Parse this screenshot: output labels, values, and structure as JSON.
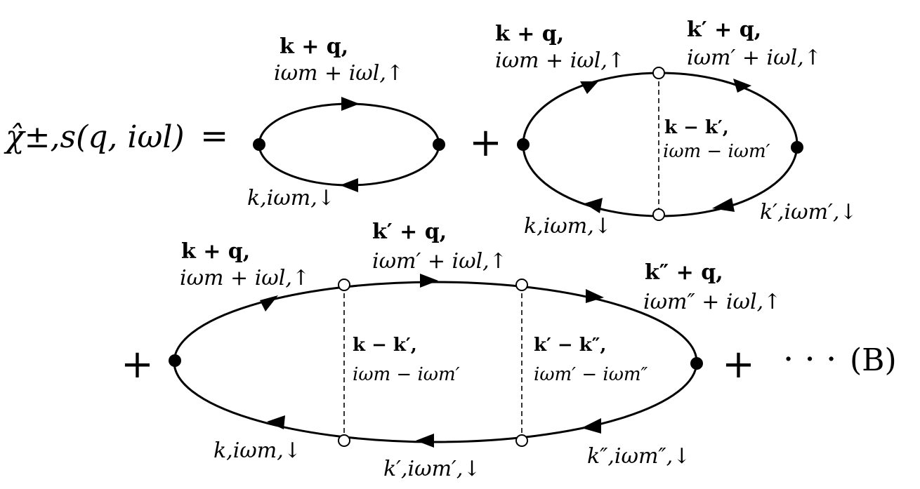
{
  "lhs": "χ̂±,s(q, iωl)",
  "equals": "=",
  "plus": "+",
  "ellipsis": "· · ·",
  "tag": "(B)",
  "d1": {
    "top_mom": "k + q,",
    "top_freq": "iωm + iωl,↑",
    "bot": "k,iωm,↓"
  },
  "d2": {
    "tl_mom": "k + q,",
    "tl_freq": "iωm + iωl,↑",
    "tr_mom": "k′ + q,",
    "tr_freq": "iωm′ + iωl,↑",
    "mid_mom": "k − k′,",
    "mid_freq": "iωm − iωm′",
    "bl": "k,iωm,↓",
    "br": "k′,iωm′,↓"
  },
  "d3": {
    "tl_mom": "k + q,",
    "tl_freq": "iωm + iωl,↑",
    "tm_mom": "k′ + q,",
    "tm_freq": "iωm′ + iωl,↑",
    "tr_mom": "k″ + q,",
    "tr_freq": "iωm″ + iωl,↑",
    "m1_mom": "k − k′,",
    "m1_freq": "iωm − iωm′",
    "m2_mom": "k′ − k″,",
    "m2_freq": "iωm′ − iωm″",
    "bl": "k,iωm,↓",
    "bm": "k′,iωm′,↓",
    "br": "k″,iωm″,↓"
  }
}
